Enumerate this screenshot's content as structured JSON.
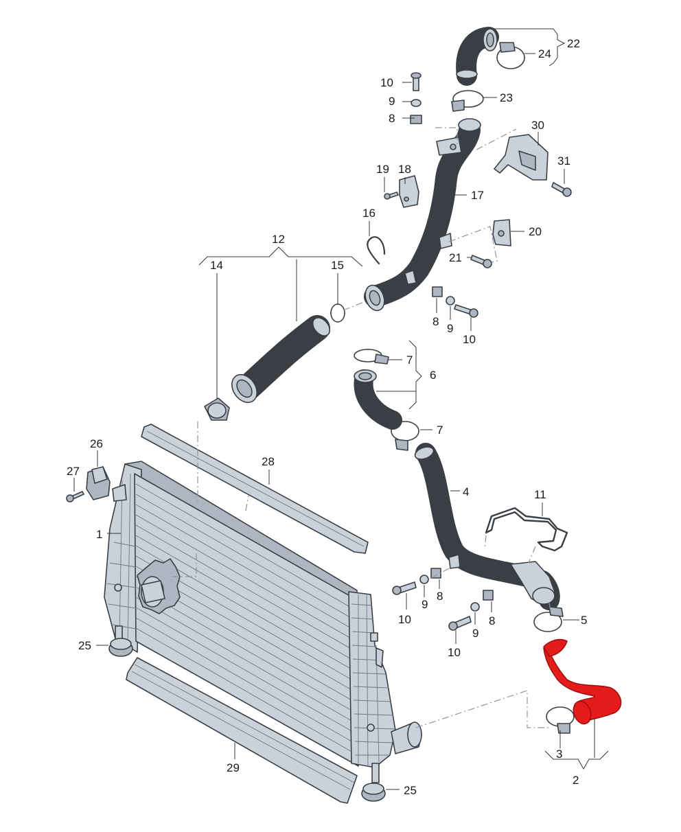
{
  "diagram": {
    "highlight_color": "#e31b1b",
    "part_fill": "#c9d1da",
    "outline_color": "#3a3f45",
    "labels": {
      "l1": "1",
      "l2": "2",
      "l3": "3",
      "l4": "4",
      "l5": "5",
      "l6": "6",
      "l7a": "7",
      "l7b": "7",
      "l8a": "8",
      "l8b": "8",
      "l8c": "8",
      "l8d": "8",
      "l9a": "9",
      "l9b": "9",
      "l9c": "9",
      "l9d": "9",
      "l10a": "10",
      "l10b": "10",
      "l10c": "10",
      "l10d": "10",
      "l11": "11",
      "l12": "12",
      "l14": "14",
      "l15": "15",
      "l16": "16",
      "l17": "17",
      "l18": "18",
      "l19": "19",
      "l20": "20",
      "l21": "21",
      "l22": "22",
      "l23": "23",
      "l24": "24",
      "l25a": "25",
      "l25b": "25",
      "l26": "26",
      "l27": "27",
      "l28": "28",
      "l29": "29",
      "l30": "30",
      "l31": "31"
    }
  }
}
